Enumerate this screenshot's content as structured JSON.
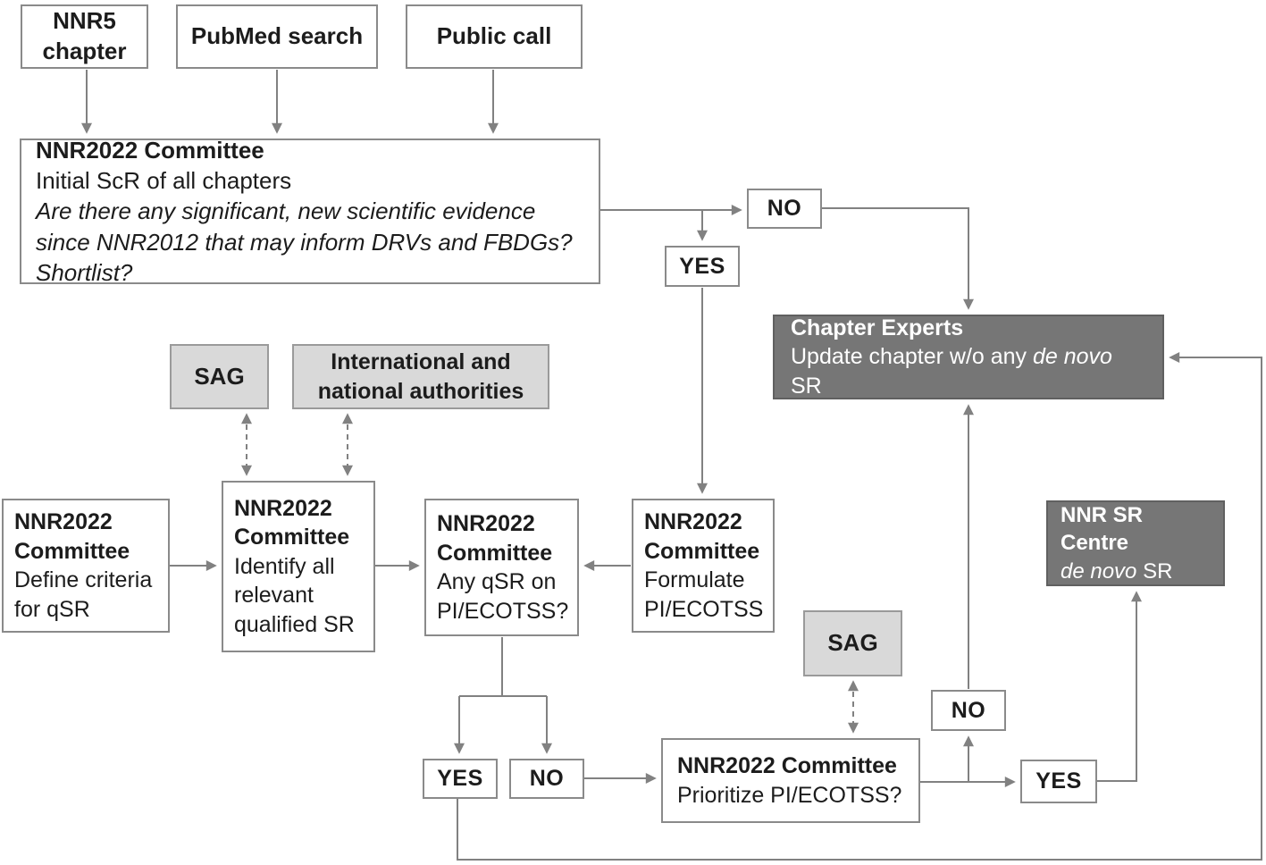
{
  "colors": {
    "background": "#ffffff",
    "line": "#818181",
    "box_border": "#8a8a8a",
    "dark_fill": "#767676",
    "dark_text": "#ffffff",
    "light_fill": "#d9d9d9",
    "text": "#1c1c1c"
  },
  "nodes": {
    "nnr5_chapter": {
      "label": "NNR5 chapter"
    },
    "pubmed_search": {
      "label": "PubMed search"
    },
    "public_call": {
      "label": "Public call"
    },
    "initial_scr": {
      "title": "NNR2022 Committee",
      "subtitle": "Initial ScR of all chapters",
      "question": "Are there any significant, new scientific evidence since NNR2012 that may inform DRVs and FBDGs? Shortlist?"
    },
    "no_top": {
      "label": "NO"
    },
    "yes_top": {
      "label": "YES"
    },
    "chapter_experts": {
      "title": "Chapter Experts",
      "body_pre": "Update chapter w/o any ",
      "body_italic": "de novo",
      "body_post": " SR"
    },
    "sag_upper": {
      "label": "SAG"
    },
    "authorities": {
      "label": "International and national authorities"
    },
    "define_criteria": {
      "title": "NNR2022 Committee",
      "body": "Define criteria for qSR"
    },
    "identify_sr": {
      "title": "NNR2022 Committee",
      "body": "Identify all relevant qualified SR"
    },
    "any_qsr": {
      "title": "NNR2022 Committee",
      "body": "Any qSR on PI/ECOTSS?"
    },
    "formulate": {
      "title": "NNR2022 Committee",
      "body": "Formulate PI/ECOTSS"
    },
    "nnr_sr_centre": {
      "title": "NNR SR Centre",
      "body_italic": "de novo",
      "body_post": " SR"
    },
    "sag_lower": {
      "label": "SAG"
    },
    "no_upright": {
      "label": "NO"
    },
    "yes_qsr": {
      "label": "YES"
    },
    "no_qsr": {
      "label": "NO"
    },
    "prioritize": {
      "title": "NNR2022 Committee",
      "body": "Prioritize PI/ECOTSS?"
    },
    "yes_prioritize": {
      "label": "YES"
    }
  }
}
